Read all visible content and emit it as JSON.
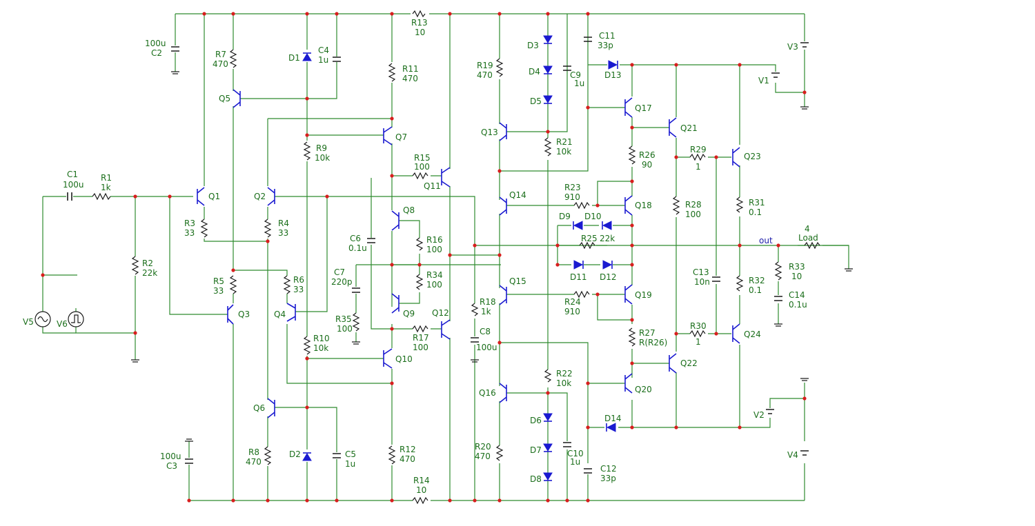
{
  "labels": {
    "c1": "C1",
    "c1v": "100u",
    "r1": "R1",
    "r1v": "1k",
    "c2v": "100u",
    "c2": "C2",
    "c3v": "100u",
    "c3": "C3",
    "r2": "R2",
    "r2v": "22k",
    "v5": "V5",
    "v6": "V6",
    "q1": "Q1",
    "q2": "Q2",
    "q3": "Q3",
    "q4": "Q4",
    "q5": "Q5",
    "q6": "Q6",
    "q7": "Q7",
    "q8": "Q8",
    "q9": "Q9",
    "q10": "Q10",
    "q11": "Q11",
    "q12": "Q12",
    "q13": "Q13",
    "q14": "Q14",
    "q15": "Q15",
    "q16": "Q16",
    "q17": "Q17",
    "q18": "Q18",
    "q19": "Q19",
    "q20": "Q20",
    "q21": "Q21",
    "q22": "Q22",
    "q23": "Q23",
    "q24": "Q24",
    "r3": "R3",
    "r3v": "33",
    "r4": "R4",
    "r4v": "33",
    "r5": "R5",
    "r5v": "33",
    "r6": "R6",
    "r6v": "33",
    "r7": "R7",
    "r7v": "470",
    "r8": "R8",
    "r8v": "470",
    "r9": "R9",
    "r9v": "10k",
    "r10": "R10",
    "r10v": "10k",
    "r11": "R11",
    "r11v": "470",
    "r12": "R12",
    "r12v": "470",
    "r13": "R13",
    "r13v": "10",
    "r14": "R14",
    "r14v": "10",
    "r15": "R15",
    "r15v": "100",
    "r16": "R16",
    "r16v": "100",
    "r17": "R17",
    "r17v": "100",
    "r18": "R18",
    "r18v": "1k",
    "r19": "R19",
    "r19v": "470",
    "r20": "R20",
    "r20v": "470",
    "r21": "R21",
    "r21v": "10k",
    "r22": "R22",
    "r22v": "10k",
    "r23": "R23",
    "r23v": "910",
    "r24": "R24",
    "r24v": "910",
    "r25": "R25",
    "r25v": "22k",
    "r26": "R26",
    "r26v": "90",
    "r27": "R27",
    "r27v": "R(R26)",
    "r28": "R28",
    "r28v": "100",
    "r29": "R29",
    "r29v": "1",
    "r30": "R30",
    "r30v": "1",
    "r31": "R31",
    "r31v": "0.1",
    "r32": "R32",
    "r32v": "0.1",
    "r33": "R33",
    "r33v": "10",
    "r34": "R34",
    "r34v": "100",
    "r35": "R35",
    "r35v": "100",
    "d1": "D1",
    "d2": "D2",
    "d3": "D3",
    "d4": "D4",
    "d5": "D5",
    "d6": "D6",
    "d7": "D7",
    "d8": "D8",
    "d9": "D9",
    "d10": "D10",
    "d11": "D11",
    "d12": "D12",
    "d13": "D13",
    "d14": "D14",
    "c4": "C4",
    "c4v": "1u",
    "c5": "C5",
    "c5v": "1u",
    "c6": "C6",
    "c6v": "0.1u",
    "c7": "C7",
    "c7v": "220p",
    "c8": "C8",
    "c8v": "100u",
    "c9": "C9",
    "c9v": "1u",
    "c10": "C10",
    "c10v": "1u",
    "c11": "C11",
    "c11v": "33p",
    "c12": "C12",
    "c12v": "33p",
    "c13": "C13",
    "c13v": "10n",
    "c14": "C14",
    "c14v": "0.1u",
    "v1": "V1",
    "v2": "V2",
    "v3": "V3",
    "v4": "V4",
    "load": "Load",
    "load_v": "4",
    "out": "out"
  }
}
